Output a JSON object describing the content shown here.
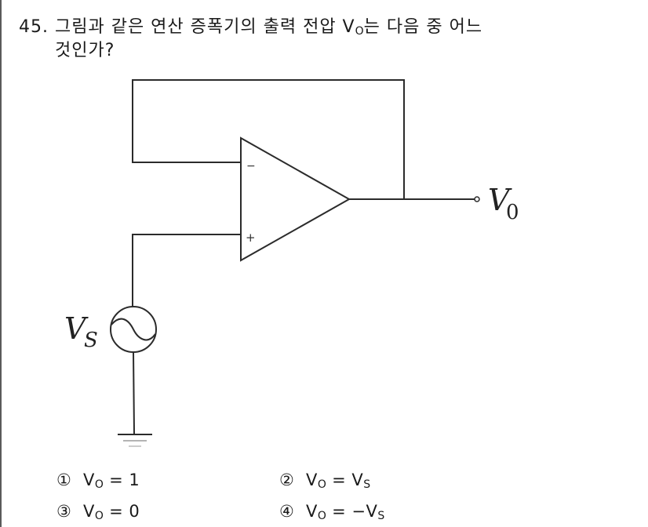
{
  "question": {
    "number": "45.",
    "text_line1": "그림과 같은 연산 증폭기의 출력 전압 V",
    "text_line1_sub": "O",
    "text_line1_tail": "는 다음 중 어느",
    "text_line2": "것인가?"
  },
  "circuit": {
    "output_label": "V",
    "output_label_sub": "0",
    "source_label": "V",
    "source_label_sub": "S",
    "inverting_sign": "−",
    "noninverting_sign": "+",
    "components": [
      "op-amp",
      "ac-voltage-source",
      "ground",
      "feedback-wire",
      "output-terminal"
    ]
  },
  "options": [
    {
      "num": "①",
      "lhs": "V",
      "lhs_sub": "O",
      "eq": " = ",
      "rhs": "1",
      "rhs_sub": ""
    },
    {
      "num": "②",
      "lhs": "V",
      "lhs_sub": "O",
      "eq": " = ",
      "rhs": "V",
      "rhs_sub": "S"
    },
    {
      "num": "③",
      "lhs": "V",
      "lhs_sub": "O",
      "eq": " = ",
      "rhs": "0",
      "rhs_sub": ""
    },
    {
      "num": "④",
      "lhs": "V",
      "lhs_sub": "O",
      "eq": " = ",
      "rhs": "−V",
      "rhs_sub": "S"
    }
  ]
}
